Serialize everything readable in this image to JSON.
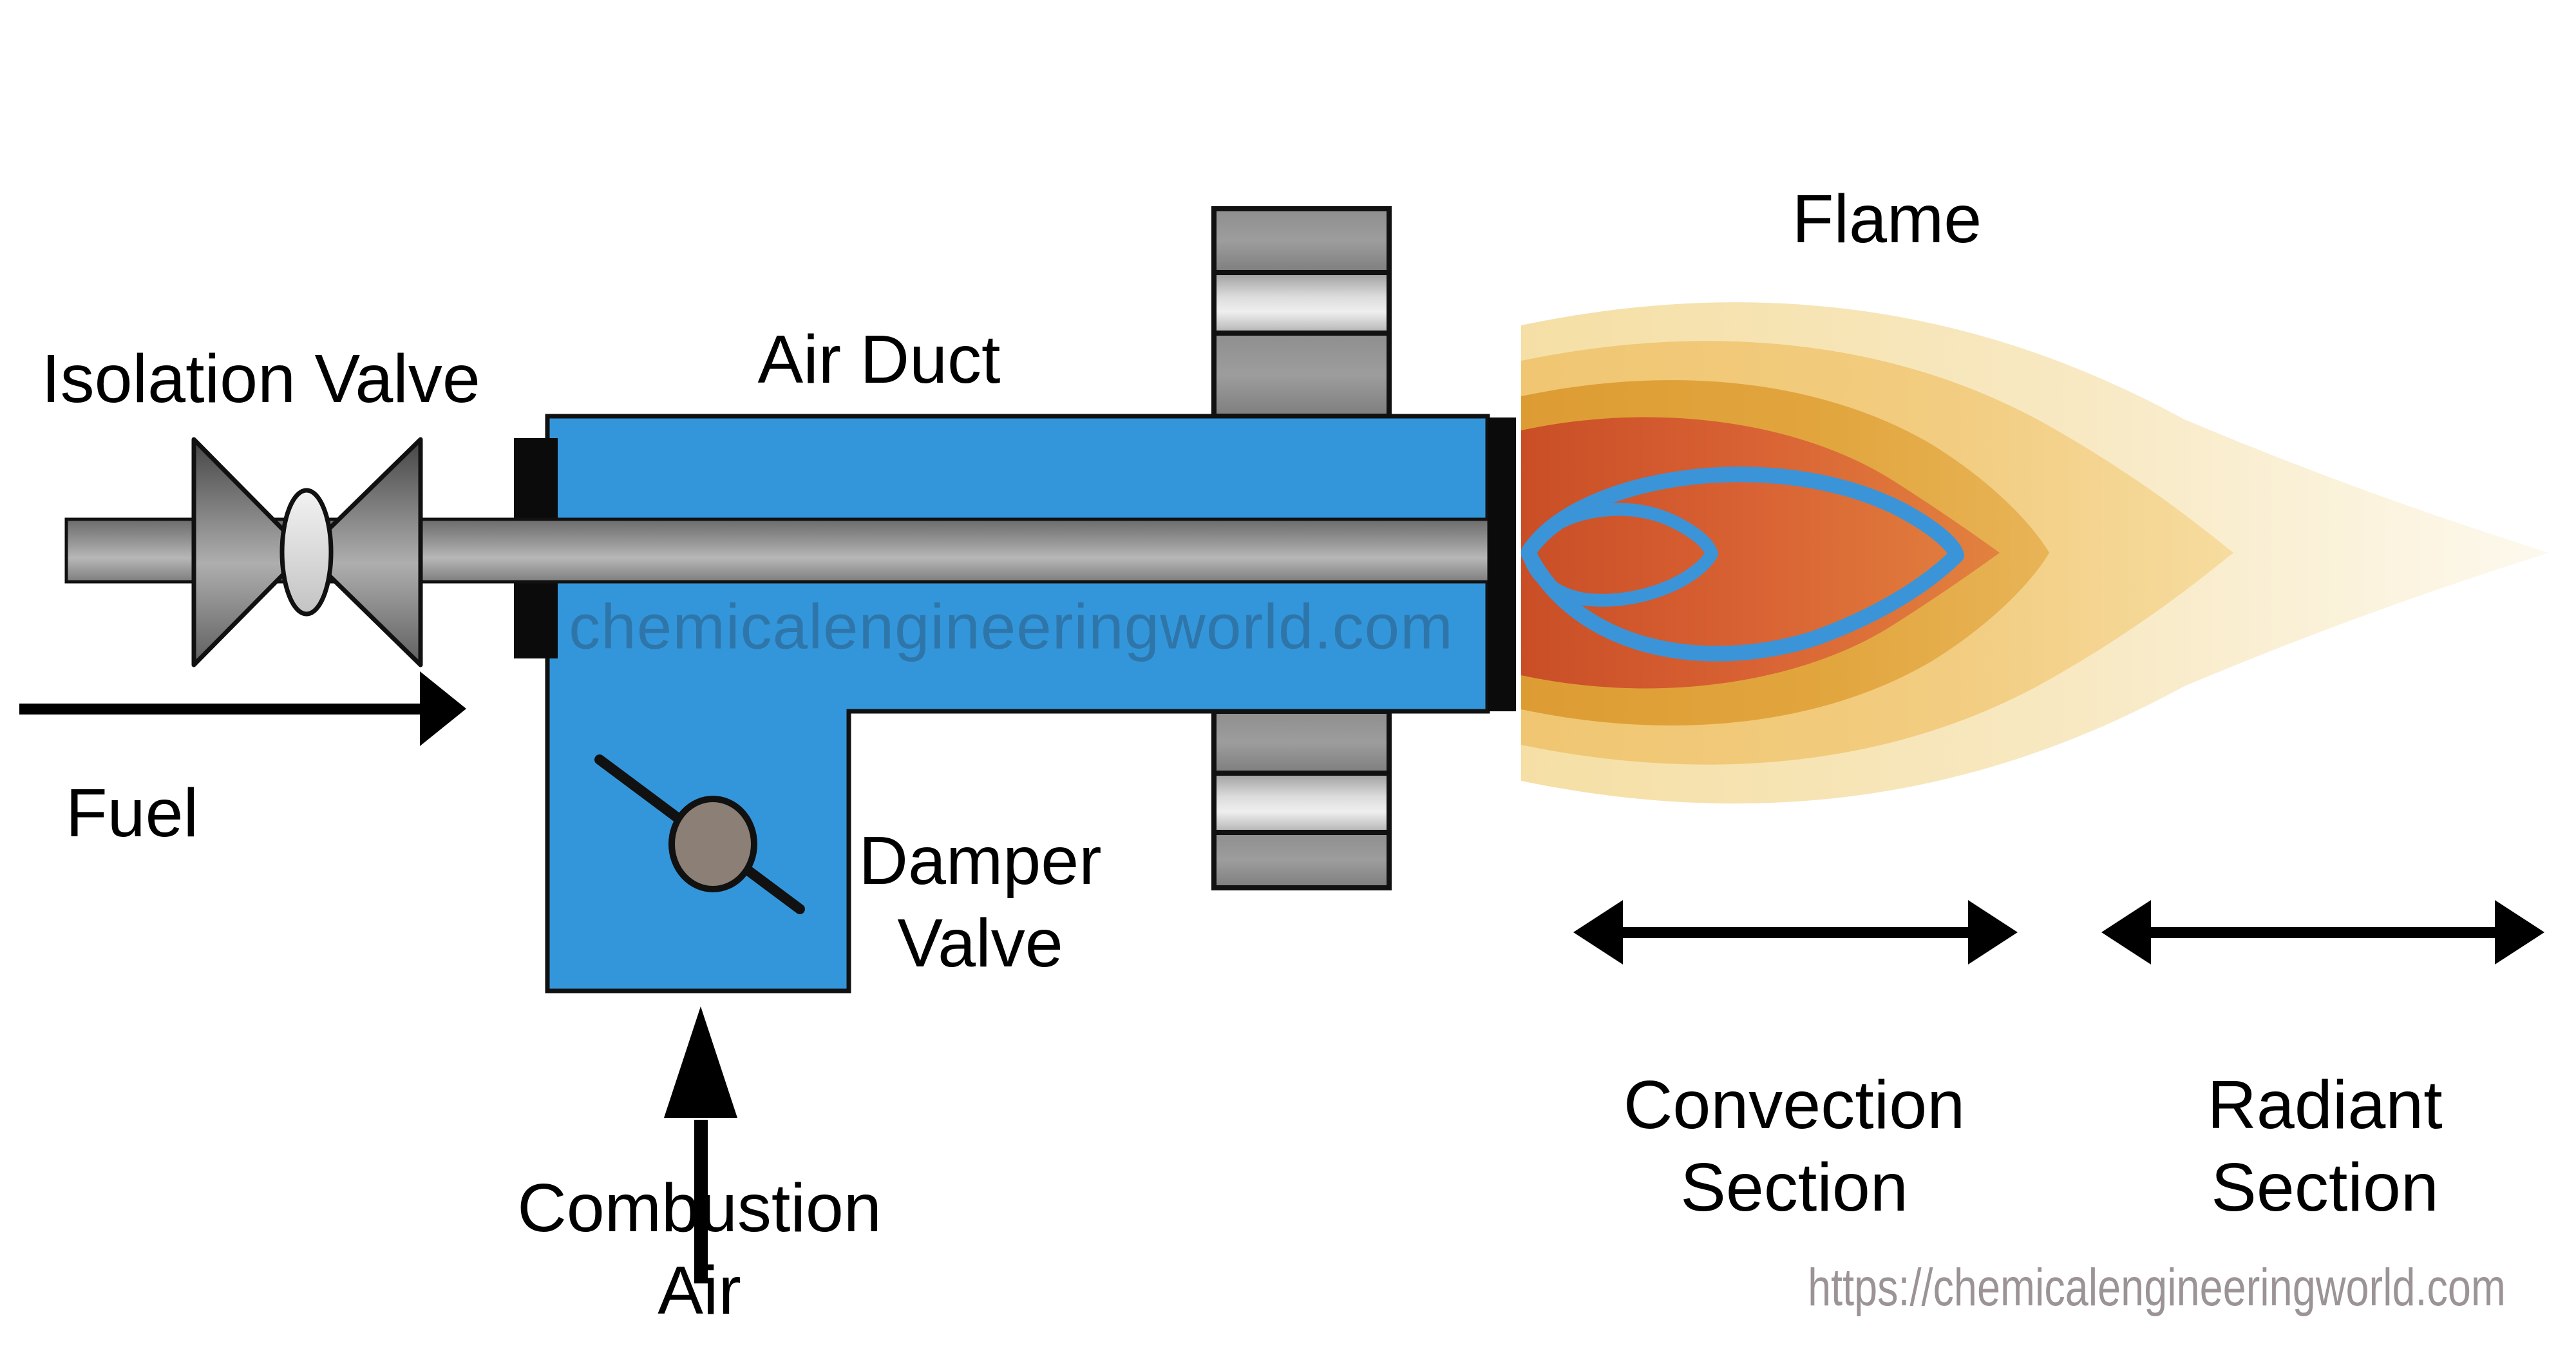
{
  "diagram": {
    "title": "Burner diagram",
    "labels": {
      "flame": "Flame",
      "air_duct": "Air Duct",
      "isolation_valve": "Isolation Valve",
      "fuel": "Fuel",
      "damper_valve": {
        "line1": "Damper",
        "line2": "Valve"
      },
      "combustion_air": {
        "line1": "Combustion",
        "line2": "Air"
      },
      "convection_section": {
        "line1": "Convection",
        "line2": "Section"
      },
      "radiant_section": {
        "line1": "Radiant",
        "line2": "Section"
      }
    },
    "watermark": "chemicalengineeringworld.com",
    "url": "https://chemicalengineeringworld.com",
    "colors": {
      "duct_blue": "#3496da",
      "outline_black": "#111111",
      "flame_pale": "#f6e2ac",
      "flame_gold": "#f2cc80",
      "flame_amber": "#e2a53d",
      "flame_core_red": "#d96334",
      "flame_blue_outline": "#3b94d8",
      "pipe_gray": "#999999",
      "flange_gray": "#8f8f8f",
      "damper_disc_gray": "#8c7f75",
      "watermark_gray_blue": "rgba(38,66,92,0.38)",
      "url_gray": "#9b9396"
    }
  }
}
